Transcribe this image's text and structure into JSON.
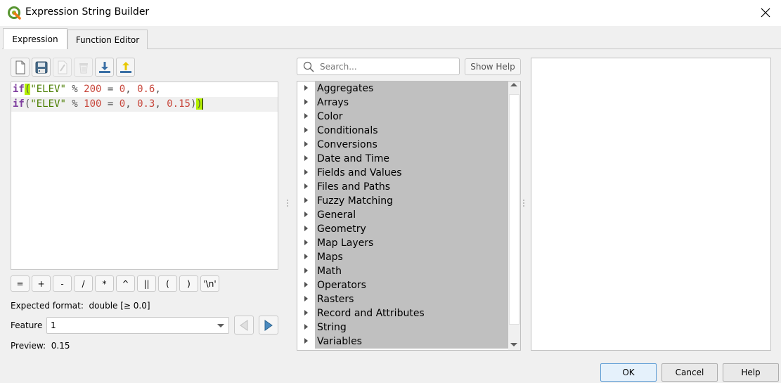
{
  "window": {
    "title": "Expression String Builder",
    "close_icon": "close-icon"
  },
  "tabs": [
    {
      "label": "Expression",
      "active": true
    },
    {
      "label": "Function Editor",
      "active": false
    }
  ],
  "toolbar": {
    "buttons": [
      {
        "name": "new-file-icon",
        "enabled": true
      },
      {
        "name": "save-icon",
        "enabled": true
      },
      {
        "name": "edit-icon",
        "enabled": false
      },
      {
        "name": "delete-icon",
        "enabled": false
      },
      {
        "name": "import-icon",
        "enabled": true
      },
      {
        "name": "export-icon",
        "enabled": true
      }
    ]
  },
  "editor": {
    "lines": [
      "if(\"ELEV\" % 200 = 0, 0.6,",
      "if(\"ELEV\" % 100 = 0, 0.3, 0.15))"
    ],
    "line1": {
      "kw": "if",
      "open": "(",
      "str": "\"ELEV\"",
      "op1": " % ",
      "n1": "200",
      "op2": " = ",
      "n2": "0",
      "sep1": ", ",
      "n3": "0.6",
      "tail": ","
    },
    "line2": {
      "kw": "if",
      "open": "(",
      "str": "\"ELEV\"",
      "op1": " % ",
      "n1": "100",
      "op2": " = ",
      "n2": "0",
      "sep1": ", ",
      "n3": "0.3",
      "sep2": ", ",
      "n4": "0.15",
      "close1": ")",
      "close2": ")"
    },
    "colors": {
      "keyword": "#7f3f9f",
      "string": "#4b7e00",
      "number": "#c8473c",
      "brace_highlight": "#b4f000"
    }
  },
  "operators": [
    "=",
    "+",
    "-",
    "/",
    "*",
    "^",
    "||",
    "(",
    ")",
    "'\\n'"
  ],
  "expected_format": {
    "label": "Expected format:",
    "value": "double [≥ 0.0]"
  },
  "feature": {
    "label": "Feature",
    "value": "1"
  },
  "preview": {
    "label": "Preview:",
    "value": "0.15"
  },
  "search": {
    "placeholder": "Search...",
    "value": ""
  },
  "show_help_label": "Show Help",
  "function_groups": [
    "Aggregates",
    "Arrays",
    "Color",
    "Conditionals",
    "Conversions",
    "Date and Time",
    "Fields and Values",
    "Files and Paths",
    "Fuzzy Matching",
    "General",
    "Geometry",
    "Map Layers",
    "Maps",
    "Math",
    "Operators",
    "Rasters",
    "Record and Attributes",
    "String",
    "Variables"
  ],
  "dialog_buttons": {
    "ok": "OK",
    "cancel": "Cancel",
    "help": "Help"
  }
}
